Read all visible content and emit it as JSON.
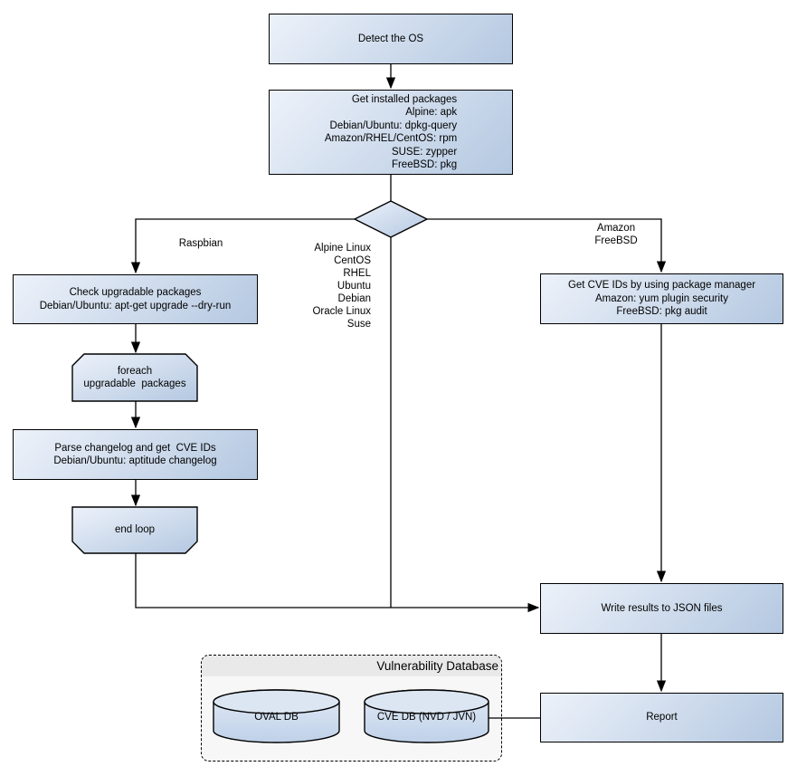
{
  "colors": {
    "node_fill_light": "#edf2fa",
    "node_fill_dark": "#b4c8e1",
    "node_border": "#000000",
    "container_fill": "#f7f7f7",
    "container_header": "#e9e9e9",
    "cylinder_top": "#dce6f3"
  },
  "flowchart": {
    "nodes": {
      "detect_os": "Detect the OS",
      "get_packages": "Get installed packages\nAlpine: apk\nDebian/Ubuntu: dpkg-query\nAmazon/RHEL/CentOS: rpm\nSUSE: zypper\nFreeBSD: pkg",
      "check_upgradable": "Check upgradable packages\nDebian/Ubuntu: apt-get upgrade --dry-run",
      "foreach_loop": "foreach\nupgradable  packages",
      "parse_changelog": "Parse changelog and get  CVE IDs\nDebian/Ubuntu: aptitude changelog",
      "end_loop": "end loop",
      "get_cve_ids": "Get CVE IDs by using package manager\nAmazon: yum plugin security\nFreeBSD: pkg audit",
      "write_results": "Write results to JSON files",
      "report": "Report"
    },
    "edge_labels": {
      "raspbian": "Raspbian",
      "amazon_freebsd": "Amazon\nFreeBSD",
      "os_list": "Alpine Linux\nCentOS\nRHEL\nUbuntu\nDebian\nOracle Linux\nSuse"
    },
    "database": {
      "title": "Vulnerability Database",
      "oval_db": "OVAL DB",
      "cve_db": "CVE DB (NVD / JVN)"
    }
  }
}
